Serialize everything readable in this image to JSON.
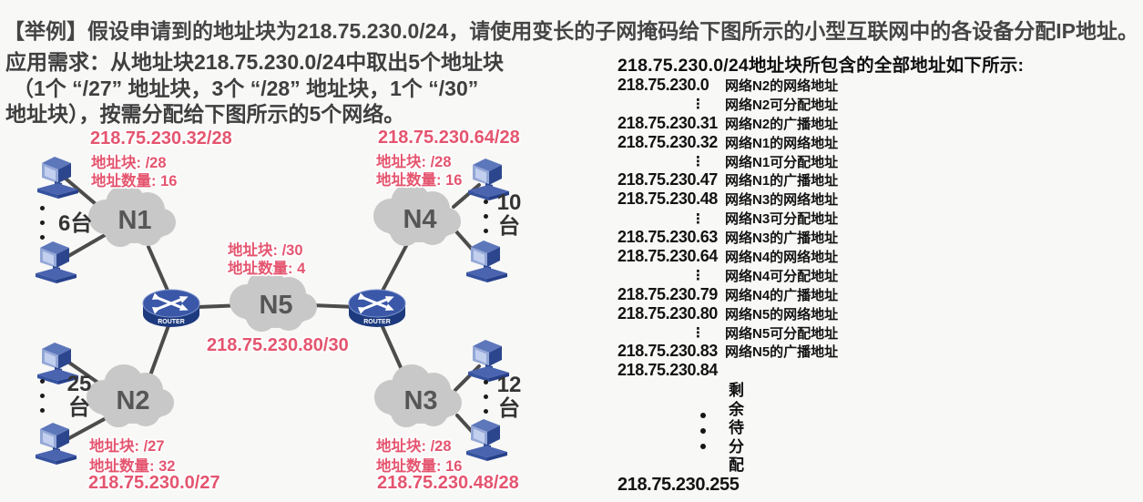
{
  "page": {
    "title": "【举例】假设申请到的地址块为218.75.230.0/24，请使用变长的子网掩码给下图所示的小型互联网中的各设备分配IP地址。",
    "requirement_lines": [
      "应用需求：从地址块218.75.230.0/24中取出5个地址块",
      "（1个 “/27” 地址块，3个 “/28” 地址块，1个 “/30”",
      "地址块），按需分配给下图所示的5个网络。"
    ]
  },
  "diagram": {
    "router_label": "ROUTER",
    "networks": {
      "n1": {
        "name": "N1",
        "ip": "218.75.230.32/28",
        "block": "地址块: /28",
        "count": "地址数量: 16",
        "hosts": "6台"
      },
      "n2": {
        "name": "N2",
        "ip": "218.75.230.0/27",
        "block": "地址块: /27",
        "count": "地址数量: 32",
        "hosts": "25\n台"
      },
      "n3": {
        "name": "N3",
        "ip": "218.75.230.48/28",
        "block": "地址块: /28",
        "count": "地址数量: 16",
        "hosts": "12\n台"
      },
      "n4": {
        "name": "N4",
        "ip": "218.75.230.64/28",
        "block": "地址块: /28",
        "count": "地址数量: 16",
        "hosts": "10\n台"
      },
      "n5": {
        "name": "N5",
        "ip": "218.75.230.80/30",
        "block": "地址块: /30",
        "count": "地址数量: 4"
      }
    },
    "colors": {
      "annotation_red": "#e4556f",
      "cloud_gray": "#c8c8c8",
      "link_gray": "#4c4c4c",
      "device_blue": "#2c468e"
    }
  },
  "address_list": {
    "header": "218.75.230.0/24地址块所包含的全部地址如下所示:",
    "rows": [
      {
        "ip": "218.75.230.0",
        "desc": "网络N2的网络地址"
      },
      {
        "ip": "⋮",
        "desc": "网络N2可分配地址"
      },
      {
        "ip": "218.75.230.31",
        "desc": "网络N2的广播地址"
      },
      {
        "ip": "218.75.230.32",
        "desc": "网络N1的网络地址"
      },
      {
        "ip": "⋮",
        "desc": "网络N1可分配地址"
      },
      {
        "ip": "218.75.230.47",
        "desc": "网络N1的广播地址"
      },
      {
        "ip": "218.75.230.48",
        "desc": "网络N3的网络地址"
      },
      {
        "ip": "⋮",
        "desc": "网络N3可分配地址"
      },
      {
        "ip": "218.75.230.63",
        "desc": "网络N3的广播地址"
      },
      {
        "ip": "218.75.230.64",
        "desc": "网络N4的网络地址"
      },
      {
        "ip": "⋮",
        "desc": "网络N4可分配地址"
      },
      {
        "ip": "218.75.230.79",
        "desc": "网络N4的广播地址"
      },
      {
        "ip": "218.75.230.80",
        "desc": "网络N5的网络地址"
      },
      {
        "ip": "⋮",
        "desc": "网络N5可分配地址"
      },
      {
        "ip": "218.75.230.83",
        "desc": "网络N5的广播地址"
      },
      {
        "ip": "218.75.230.84",
        "desc": ""
      }
    ],
    "remainder_label": "剩余待分配",
    "last_ip": "218.75.230.255"
  }
}
